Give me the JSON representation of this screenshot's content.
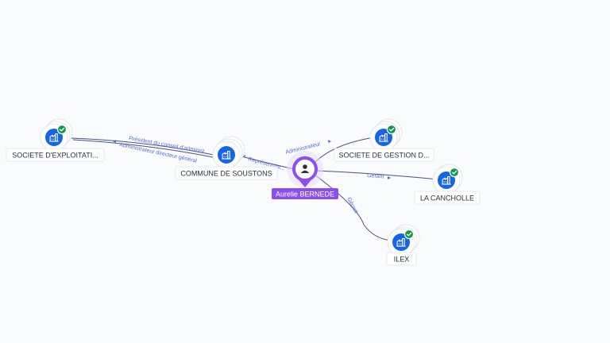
{
  "graph": {
    "center_person": {
      "name": "Aurelie BERNEDE",
      "icon": "person-icon",
      "accent_color": "#8a4ff0"
    },
    "companies": [
      {
        "id": "societe-exploitation",
        "label": "SOCIETE D'EXPLOITATI...",
        "icon": "building-icon",
        "verified": true
      },
      {
        "id": "commune-de-soustons",
        "label": "COMMUNE DE SOUSTONS",
        "icon": "building-icon",
        "verified": false
      },
      {
        "id": "societe-de-gestion",
        "label": "SOCIETE DE GESTION D...",
        "icon": "building-icon",
        "verified": true
      },
      {
        "id": "la-canchollle",
        "label": "LA CANCHOLLE",
        "icon": "building-icon",
        "verified": true
      },
      {
        "id": "ilex",
        "label": "ILEX",
        "icon": "building-icon",
        "verified": true
      }
    ],
    "relations": [
      {
        "label": "Président du conseil d'administ..."
      },
      {
        "label": "Administrateur directeur général"
      },
      {
        "label": "Représentant..."
      },
      {
        "label": "Administrateur"
      },
      {
        "label": "Gérant"
      },
      {
        "label": "Gérant"
      }
    ],
    "colors": {
      "company_blue": "#1565e6",
      "verified_green": "#0d9a4a",
      "edge_stroke": "#4a5180",
      "edge_label": "#5b6bd8",
      "background": "#f9fbfd"
    }
  }
}
